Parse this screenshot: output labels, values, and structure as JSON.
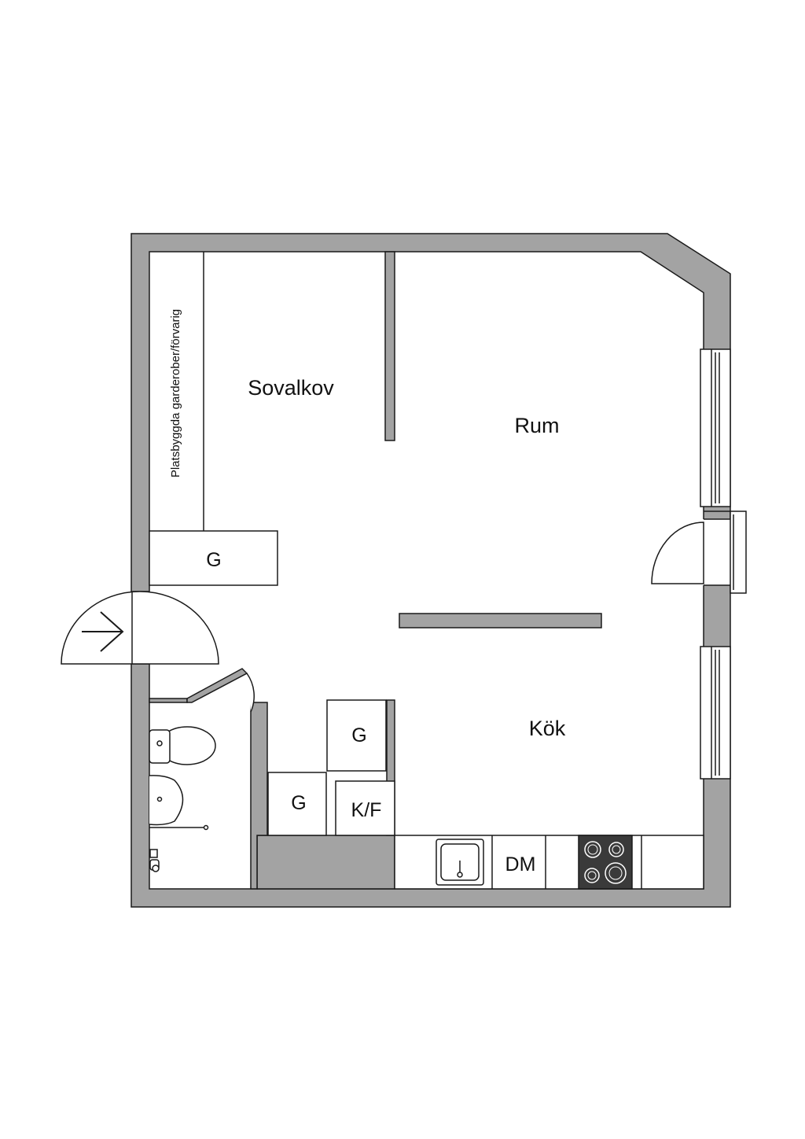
{
  "rooms": {
    "sovalkov": "Sovalkov",
    "rum": "Rum",
    "kok": "Kök"
  },
  "fixtures": {
    "wardrobe": "Platsbyggda garderober/förvarig",
    "closet_bedroom": "G",
    "closet_kitchen": "G",
    "closet_hall": "G",
    "fridge_freezer": "K/F",
    "dishwasher": "DM"
  },
  "colors": {
    "wall": "#a3a3a3",
    "outline": "#1a1a1a",
    "floor": "#ffffff",
    "stove": "#3a3a3a"
  }
}
